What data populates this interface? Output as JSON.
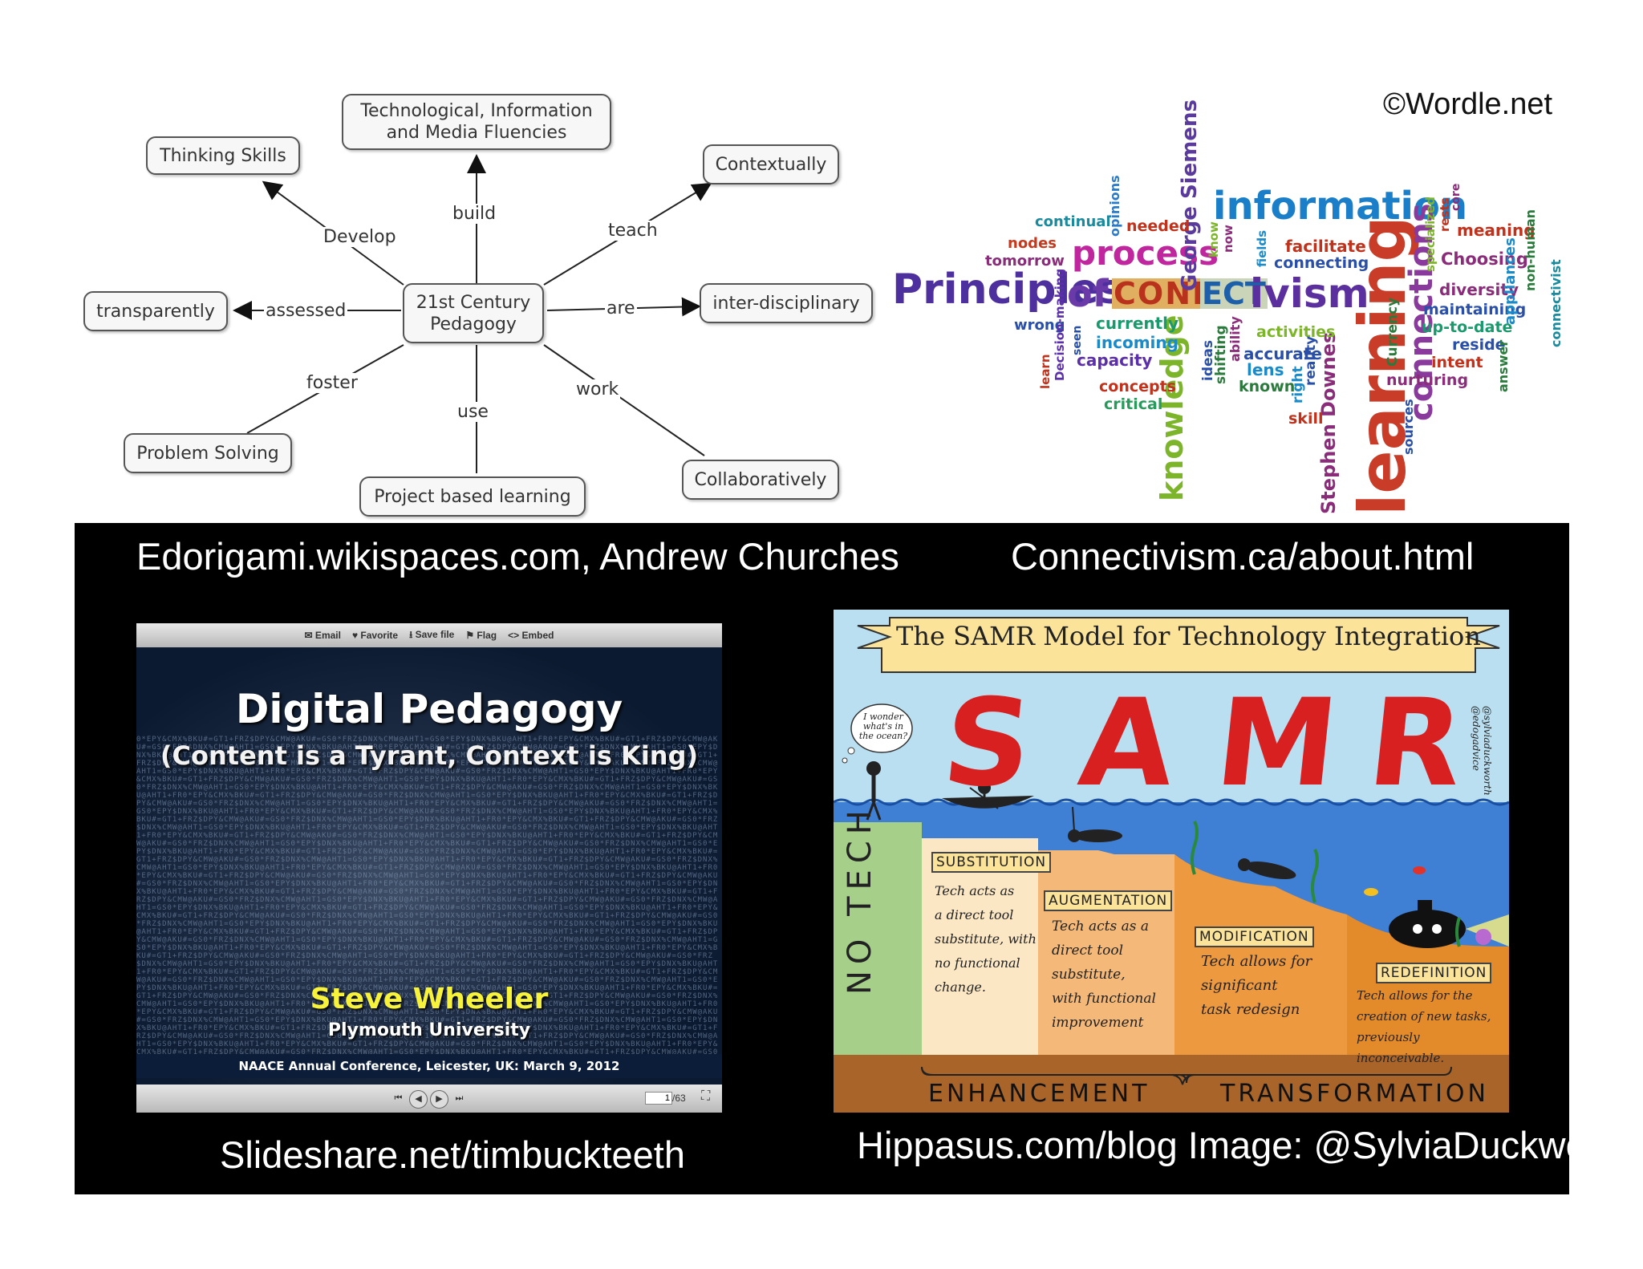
{
  "concept_map": {
    "center": "21st Century\nPedagogy",
    "nodes": {
      "thinking_skills": "Thinking Skills",
      "tech_fluencies": "Technological, Information\nand Media Fluencies",
      "contextually": "Contextually",
      "transparently": "transparently",
      "inter_disciplinary": "inter-disciplinary",
      "problem_solving": "Problem Solving",
      "project_based": "Project based learning",
      "collaboratively": "Collaboratively"
    },
    "edges": {
      "develop": "Develop",
      "build": "build",
      "teach": "teach",
      "assessed": "assessed",
      "are": "are",
      "foster": "foster",
      "use": "use",
      "work": "work"
    }
  },
  "wordle": {
    "copyright": "©Wordle.net",
    "words": {
      "principles": "Principles",
      "of": "of",
      "connectivism": "ivism",
      "con_tile": "CONN",
      "ect_tile": "ECT",
      "information": "information",
      "learning": "learning",
      "knowledge": "knowledge",
      "process": "process",
      "connections": "connections",
      "george_siemens": "George Siemens",
      "stephen_downes": "Stephen Downes",
      "continual": "continual",
      "nodes": "nodes",
      "tomorrow": "tomorrow",
      "needed": "needed",
      "opinions": "opinions",
      "wrong": "wrong",
      "currently": "currently",
      "incoming": "incoming",
      "capacity": "capacity",
      "concepts": "concepts",
      "critical": "critical",
      "facilitate": "facilitate",
      "connecting": "connecting",
      "activities": "activities",
      "accurate": "accurate",
      "lens": "lens",
      "known": "known",
      "skill": "skill",
      "meaning": "meaning",
      "choosing": "Choosing",
      "diversity": "diversity",
      "maintaining": "maintaining",
      "up_to_date": "up-to-date",
      "reside": "reside",
      "intent": "intent",
      "nurturing": "nurturing",
      "non_human": "non-human",
      "connectivist": "connectivist",
      "appliances": "appliances",
      "answer": "answer",
      "sources": "sources",
      "currency": "Currency",
      "specialized": "specialized",
      "rests": "rests",
      "core": "core",
      "fields": "fields",
      "know": "know",
      "now": "now",
      "decision_making": "Decision-making",
      "seen": "seen",
      "learn": "learn",
      "ideas": "ideas",
      "shifting": "shifting",
      "ability": "ability",
      "right": "right",
      "reality": "reality"
    }
  },
  "captions": {
    "top_left": "Edorigami.wikispaces.com, Andrew Churches",
    "top_right": "Connectivism.ca/about.html",
    "bottom_left": "Slideshare.net/timbuckteeth",
    "bottom_right": "Hippasus.com/blog Image: @SylviaDuckworth"
  },
  "slideshare": {
    "toolbar": [
      "✉ Email",
      "♥ Favorite",
      "⭳ Save file",
      "⚑ Flag",
      "<> Embed"
    ],
    "title": "Digital Pedagogy",
    "subtitle": "(Content is a Tyrant, Context is King)",
    "author": "Steve Wheeler",
    "university": "Plymouth University",
    "conference": "NAACE Annual Conference, Leicester, UK:  March 9, 2012",
    "page_current": "1",
    "page_total": "/63"
  },
  "samr": {
    "banner": "The SAMR Model for Technology Integration",
    "letters": [
      "S",
      "A",
      "M",
      "R"
    ],
    "thought": "I wonder\nwhat's in\nthe ocean?",
    "handle": "@sylviaduckworth\n@edogadvice",
    "no_tech": "NO TECH",
    "substitution": {
      "label": "SUBSTITUTION",
      "text": "Tech acts as\na direct tool\nsubstitute, with\nno functional\nchange."
    },
    "augmentation": {
      "label": "AUGMENTATION",
      "text": "Tech acts as a\ndirect tool\nsubstitute,\nwith functional\nimprovement"
    },
    "modification": {
      "label": "MODIFICATION",
      "text": "Tech allows for\nsignificant\ntask redesign"
    },
    "redefinition": {
      "label": "REDEFINITION",
      "text": "Tech allows for the\ncreation of new tasks,\npreviously inconceivable."
    },
    "enhancement": "ENHANCEMENT",
    "transformation": "TRANSFORMATION"
  },
  "colors": {
    "panel_bg": "#000000",
    "samr_red": "#d92020",
    "slide_author": "#f7f33a"
  }
}
